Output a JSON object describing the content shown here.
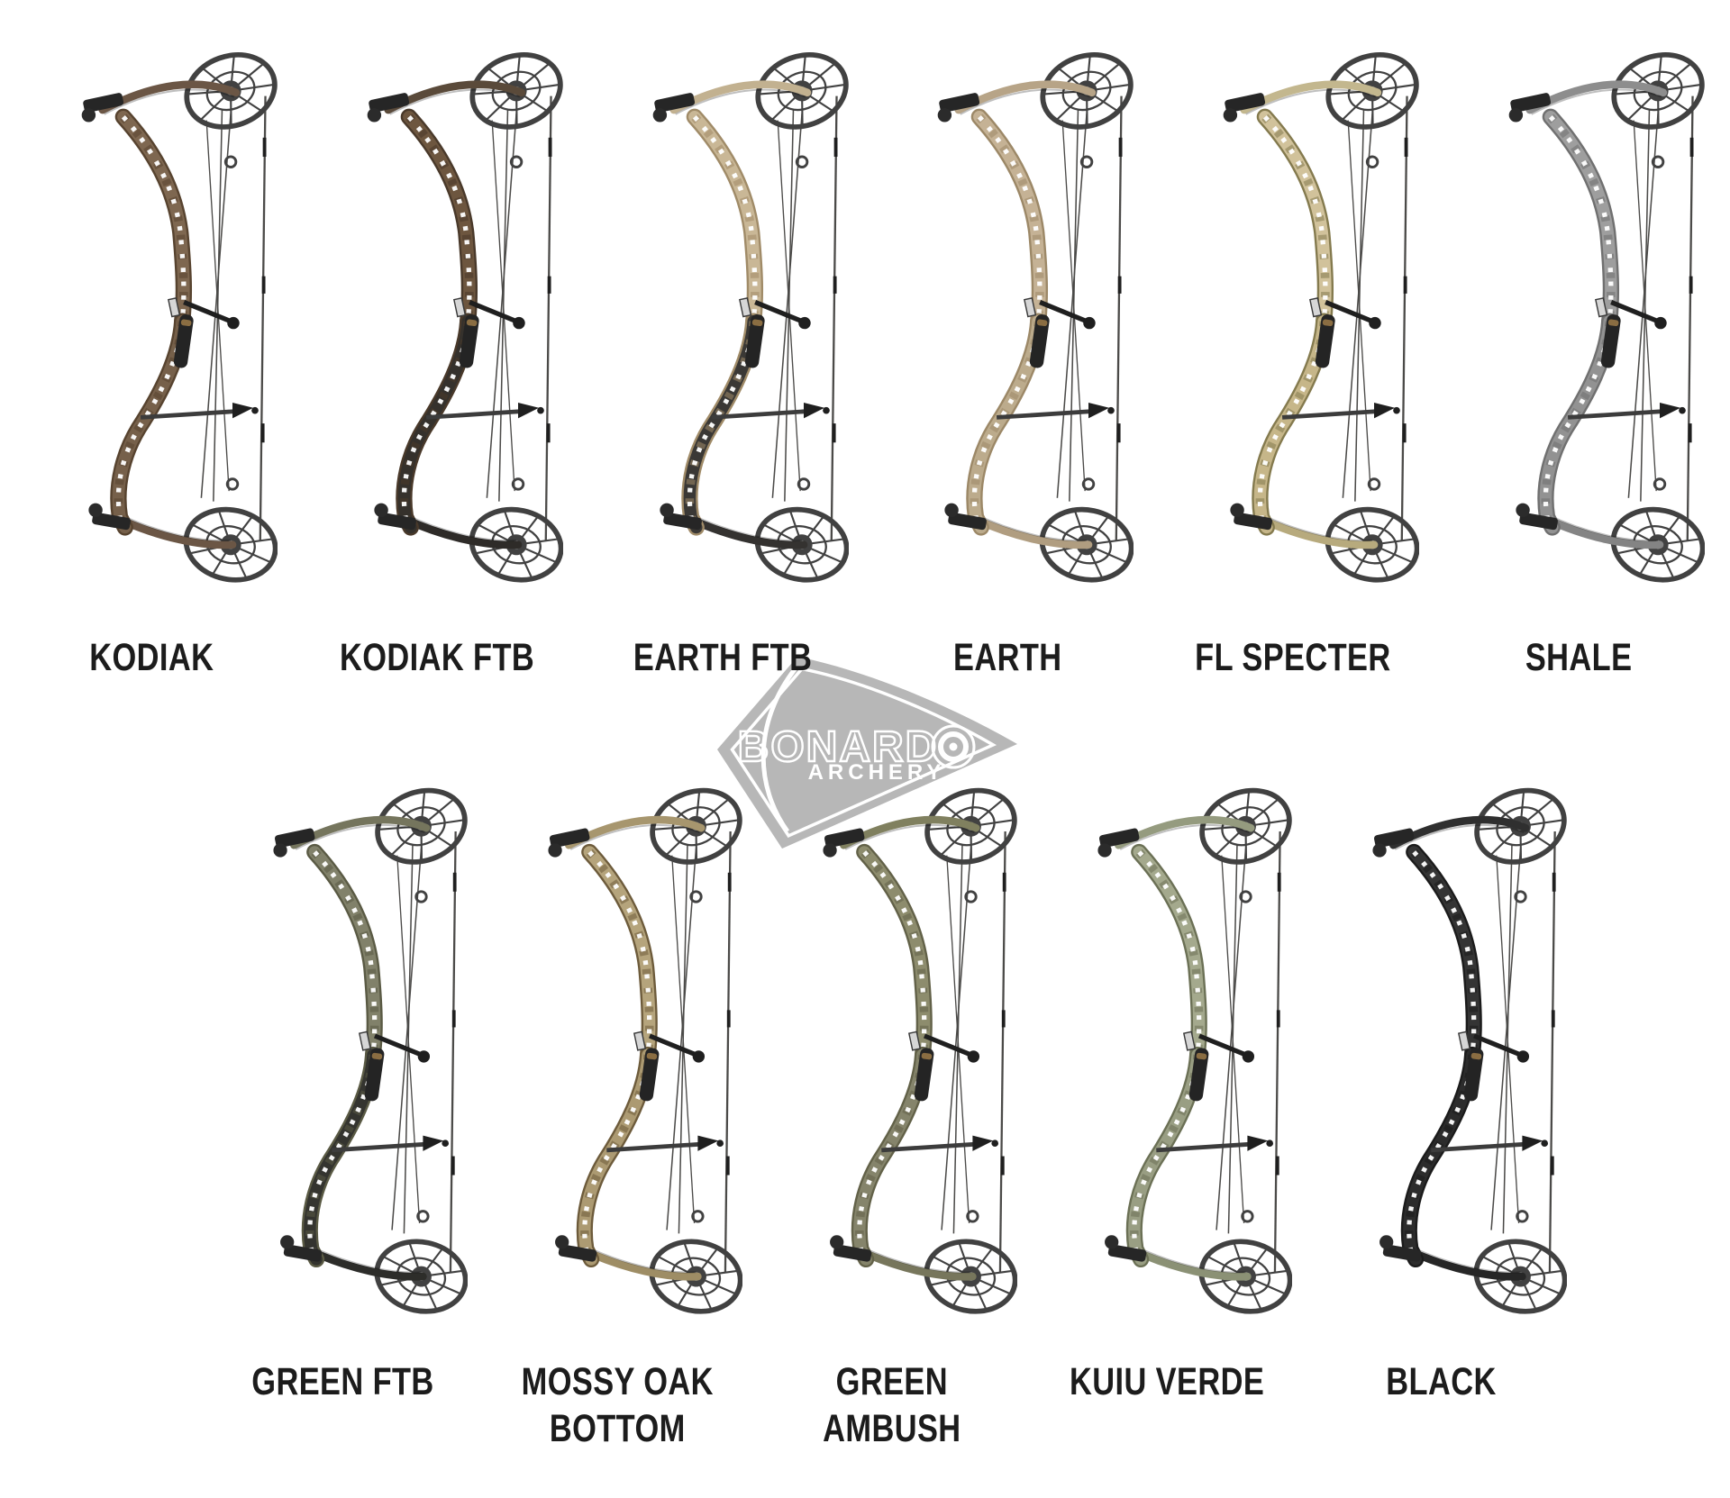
{
  "page": {
    "bg": "#ffffff",
    "label_color": "#1c1c1c"
  },
  "watermark": {
    "brand": "BONARDO",
    "sub": "ARCHERY",
    "shape_color": "#b7b7b7",
    "line_color": "#ffffff"
  },
  "bow_style": {
    "cam": "#414141",
    "string": "#4b4a48",
    "hardware": "#1f1f1f",
    "cutout": "#ffffff"
  },
  "rows": [
    {
      "items": [
        {
          "id": "kodiak",
          "label_lines": [
            "KODIAK"
          ],
          "colors": {
            "riserTop": "#7e6750",
            "riserBottom": "#76604a",
            "mottle": "#57432f",
            "limbTop": "#6b5645",
            "limbBottom": "#6b5645"
          }
        },
        {
          "id": "kodiak-ftb",
          "label_lines": [
            "KODIAK FTB"
          ],
          "colors": {
            "riserTop": "#6d563f",
            "riserBottom": "#35312c",
            "mottle": "#49392a",
            "limbTop": "#5a4a3a",
            "limbBottom": "#2e2b28"
          }
        },
        {
          "id": "earth-ftb",
          "label_lines": [
            "EARTH FTB"
          ],
          "colors": {
            "riserTop": "#c9b796",
            "riserBottom": "#3a3835",
            "mottle": "#a08b68",
            "limbTop": "#c2b190",
            "limbBottom": "#343230"
          }
        },
        {
          "id": "earth",
          "label_lines": [
            "EARTH"
          ],
          "colors": {
            "riserTop": "#c5b295",
            "riserBottom": "#bcab8c",
            "mottle": "#9c8867",
            "limbTop": "#b7a487",
            "limbBottom": "#b09d80"
          }
        },
        {
          "id": "fl-specter",
          "label_lines": [
            "FL SPECTER"
          ],
          "colors": {
            "riserTop": "#d1c29b",
            "riserBottom": "#c6b689",
            "mottle": "#847a4e",
            "limbTop": "#c3b78e",
            "limbBottom": "#b7aa7d"
          }
        },
        {
          "id": "shale",
          "label_lines": [
            "SHALE"
          ],
          "colors": {
            "riserTop": "#9e9e9e",
            "riserBottom": "#929292",
            "mottle": "#707070",
            "limbTop": "#8d8d8d",
            "limbBottom": "#848484"
          }
        }
      ]
    },
    {
      "items": [
        {
          "id": "green-ftb",
          "label_lines": [
            "GREEN FTB"
          ],
          "colors": {
            "riserTop": "#81816a",
            "riserBottom": "#34342f",
            "mottle": "#5a5a44",
            "limbTop": "#75755d",
            "limbBottom": "#2d2d2a"
          }
        },
        {
          "id": "mossy-oak-bottom",
          "label_lines": [
            "MOSSY OAK",
            "BOTTOM"
          ],
          "colors": {
            "riserTop": "#b5a47c",
            "riserBottom": "#ac9a72",
            "mottle": "#6d5b3b",
            "limbTop": "#a7966e",
            "limbBottom": "#9e8d65"
          }
        },
        {
          "id": "green-ambush",
          "label_lines": [
            "GREEN",
            "AMBUSH"
          ],
          "colors": {
            "riserTop": "#8d8c6d",
            "riserBottom": "#85846b",
            "mottle": "#626148",
            "limbTop": "#80805f",
            "limbBottom": "#77765c"
          }
        },
        {
          "id": "kuiu-verde",
          "label_lines": [
            "KUIU VERDE"
          ],
          "colors": {
            "riserTop": "#a4a98d",
            "riserBottom": "#999e83",
            "mottle": "#6b7055",
            "limbTop": "#959b7f",
            "limbBottom": "#8b9175"
          }
        },
        {
          "id": "black",
          "label_lines": [
            "BLACK"
          ],
          "colors": {
            "riserTop": "#343434",
            "riserBottom": "#2c2c2c",
            "mottle": "#1b1b1b",
            "limbTop": "#2f2f2f",
            "limbBottom": "#272727"
          }
        }
      ]
    }
  ]
}
